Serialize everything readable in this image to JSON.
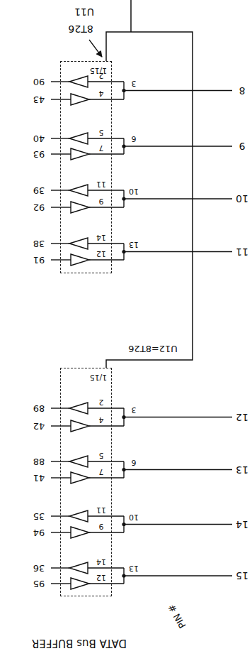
{
  "diagram": {
    "nodes": [
      {
        "text": [
          "U11",
          "8T26",
          "1/15",
          "2",
          "4",
          "5",
          "7",
          "11",
          "9",
          "14",
          "12"
        ]
      },
      {
        "text": [
          "U12=8T26",
          "1/15",
          "2",
          "4",
          "5",
          "7",
          "11",
          "9",
          "14",
          "12"
        ]
      }
    ],
    "edges": [
      {
        "from": 0,
        "to": 1,
        "arrow": "none"
      }
    ],
    "labels": [
      "90",
      "43",
      "40",
      "93",
      "39",
      "92",
      "38",
      "91",
      "89",
      "42",
      "88",
      "41",
      "35",
      "94",
      "36",
      "95",
      "3",
      "6",
      "10",
      "13",
      "3",
      "6",
      "10",
      "13",
      "8",
      "9",
      "10",
      "11",
      "12",
      "13",
      "14",
      "15",
      "DATA Bus BUFFER",
      "PIN #"
    ]
  }
}
